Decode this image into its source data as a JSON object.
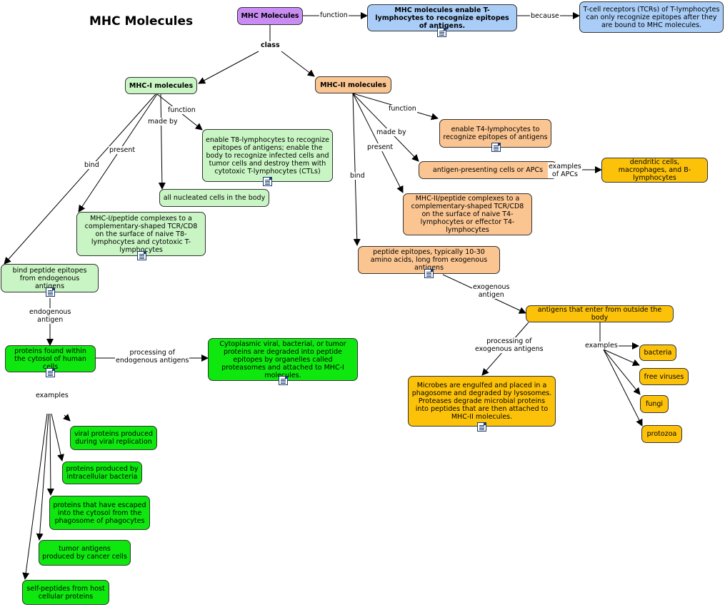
{
  "title": "MHC Molecules",
  "icons": {
    "resource": "document-icon"
  },
  "nodes": {
    "mhc": "MHC Molecules",
    "function_root": "MHC molecules enable T-lymphocytes to recognize epitopes of antigens.",
    "tcr": "T-cell receptors (TCRs) of T-lymphocytes can only recognize epitopes after they are bound to MHC molecules.",
    "mhc1": "MHC-I molecules",
    "mhc2": "MHC-II molecules",
    "t8_function": "enable T8-lymphocytes to recognize epitopes of antigens; enable the body to recognize infected cells and tumor cells and destroy them with cytotoxic T-lymphocytes (CTLs)",
    "nucleated": "all nucleated cells in the body",
    "mhc1_complex": "MHC-I/peptide complexes to a complementary-shaped TCR/CD8 on the surface of naive T8-lymphocytes and cytotoxic T-lymphocytes",
    "endogenous_bind": "bind peptide epitopes from endogenous antigens",
    "proteins_within": "proteins found within the cytosol of human cells",
    "cytoplasmic": "Cytoplasmic viral, bacterial, or tumor proteins are degraded into peptide epitopes by organelles called proteasomes and attached to MHC-I molecules.",
    "viral_proteins": "viral proteins produced during viral replication",
    "intracellular": "proteins produced by intracellular bacteria",
    "escaped": "proteins that have escaped into the cytosol from the phagosome of phagocytes",
    "tumor": "tumor antigens produced by cancer cells",
    "self_peptides": "self-peptides from host cellular proteins",
    "t4_function": "enable T4-lymphocytes to recognize epitopes of antigens",
    "apc": "antigen-presenting cells or APCs",
    "dendritic": "dendritic cells, macrophages, and B-lymphocytes",
    "mhc2_complex": "MHC-II/peptide complexes to a complementary-shaped TCR/CD8 on the surface of naive T4-lymphocytes or effector T4-lymphocytes",
    "peptide_exo": "peptide epitopes, typically 10-30 amino acids, long from exogenous antigens",
    "antigens_outside": "antigens that enter from outside the body",
    "microbes": "Microbes are engulfed and placed in a phagosome and degraded by lysosomes. Proteases degrade microbial proteins into peptides that are then attached to MHC-II molecules.",
    "bacteria": "bacteria",
    "free_viruses": "free viruses",
    "fungi": "fungi",
    "protozoa": "protozoa"
  },
  "links": {
    "function": "function",
    "because": "because",
    "class": "class",
    "function_mhc1": "function",
    "made_by_mhc1": "made by",
    "present_mhc1": "present",
    "bind_mhc1": "bind",
    "endogenous_antigen": "endogenous\nantigen",
    "processing_endo": "processing of\nendogenous antigens",
    "examples_endo": "examples",
    "function_mhc2": "function",
    "made_by_mhc2": "made by",
    "present_mhc2": "present",
    "bind_mhc2": "bind",
    "examples_apc": "examples\nof APCs",
    "exogenous_antigen": "exogenous\nantigen",
    "processing_exo": "processing of\nexogenous antigens",
    "examples_exo": "examples"
  }
}
